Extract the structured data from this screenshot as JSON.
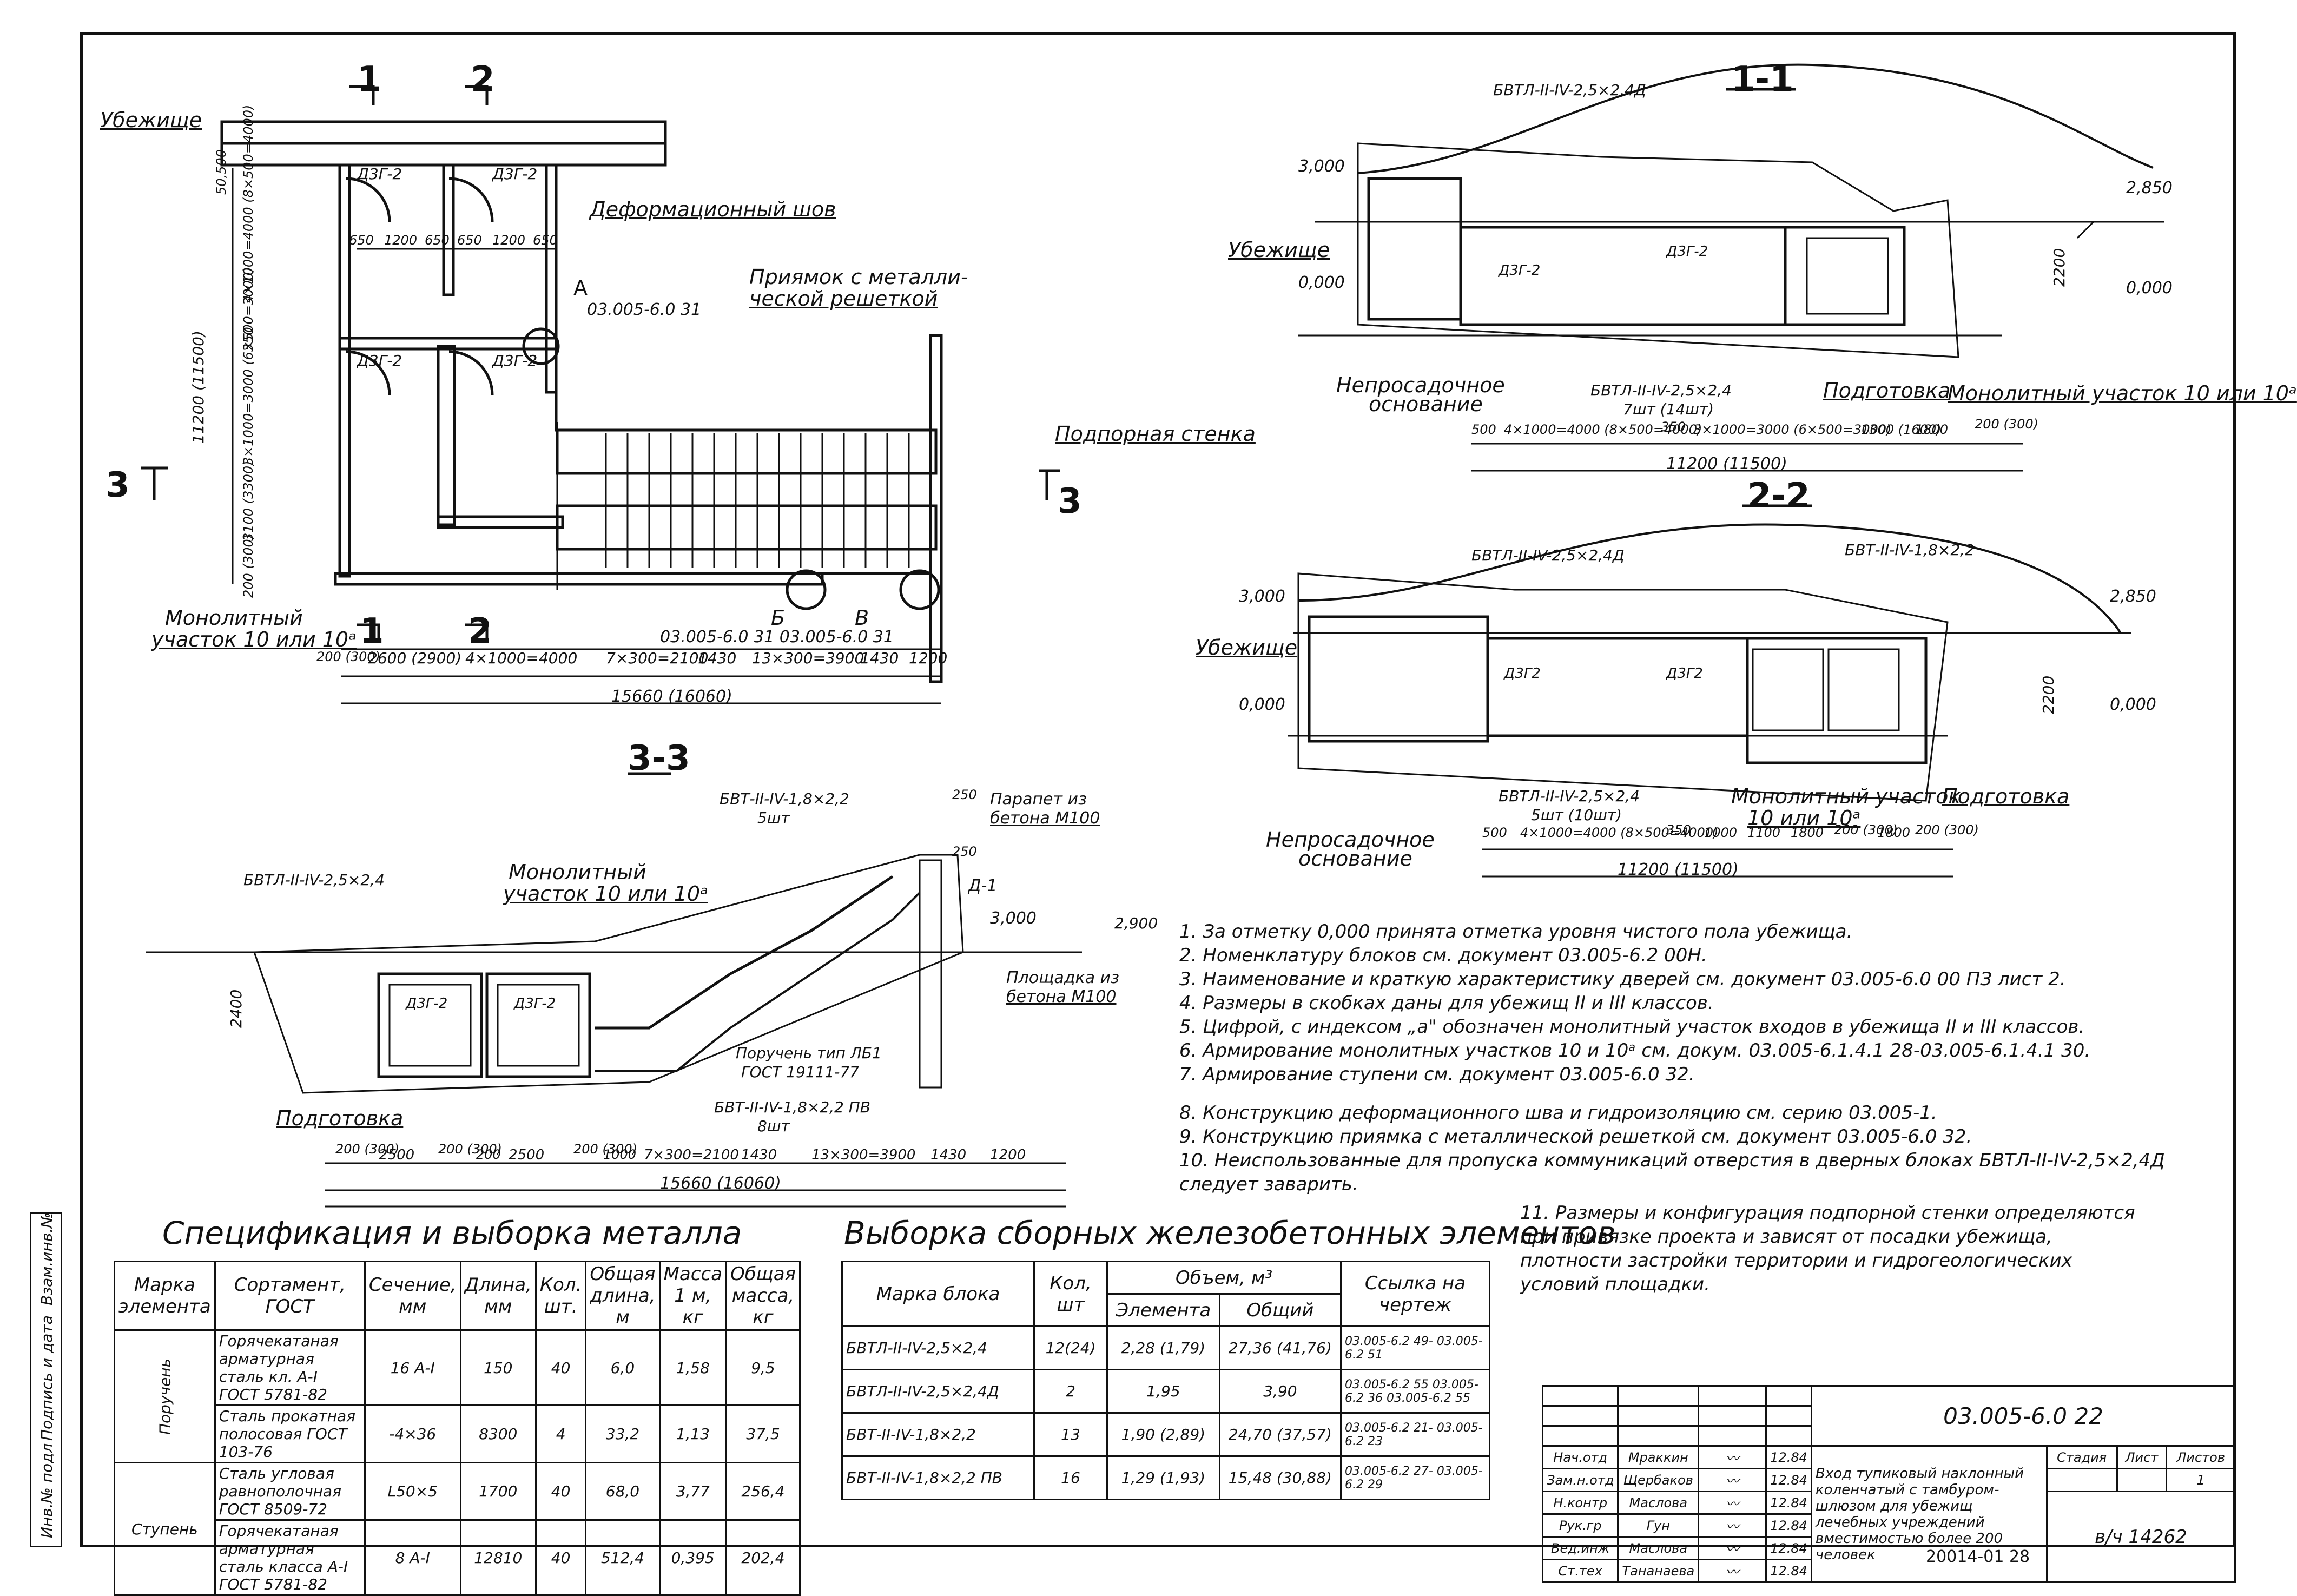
{
  "plan": {
    "label_ubezhische": "Убежище",
    "label_deform_shov": "Деформационный шов",
    "label_priyamok": [
      "Приямок с металли-",
      "ческой решеткой"
    ],
    "label_podpornaya": "Подпорная стенка",
    "label_monolit": [
      "Монолитный",
      "участок 10 или 10ᵃ"
    ],
    "door_d3g2": "Д3Г-2",
    "callout_a": "А",
    "callout_a_ref": "03.005-6.0 31",
    "callout_b": "Б",
    "callout_v": "В",
    "callout_bv_ref": "03.005-6.0  31   03.005-6.0  31",
    "section_marks": [
      "1",
      "2",
      "3"
    ],
    "dim_total": "15660 (16060)",
    "dim_bottom": [
      "200 (300)",
      "2600 (2900)",
      "4×1000=4000",
      "7×300=2100",
      "1430",
      "13×300=3900",
      "1430",
      "1200"
    ],
    "dim_left": "11200 (11500)",
    "dim_left_parts": [
      "50,500",
      "4×1000=4000 (8×500=4000)",
      "350",
      "3×1000=3000 (6×500=3000)",
      "3100 (3300)",
      "200 (300)"
    ],
    "dim_top_row": [
      "650",
      "1200",
      "650",
      "650",
      "1200",
      "650"
    ]
  },
  "section_1_1": {
    "title": "1-1",
    "block_top": "БВТЛ-II-IV-2,5×2,4Д",
    "block_bottom": "БВТЛ-II-IV-2,5×2,4",
    "block_bottom_count": "7шт (14шт)",
    "levels": [
      "3,000",
      "0,000",
      "2,850",
      "0,000"
    ],
    "ubezhische": "Убежище",
    "door": "Д3Г-2",
    "neprosad": [
      "Непросадочное",
      "основание"
    ],
    "podgotovka": "Подготовка",
    "monolit": "Монолитный участок 10 или 10ᵃ",
    "h2200": "2200",
    "dims": [
      "500",
      "4×1000=4000 (8×500=4000)",
      "350",
      "3×1000=3000 (6×500=3000)",
      "1300 (1600)",
      "1800",
      "200 (300)"
    ],
    "total": "11200 (11500)"
  },
  "section_2_2": {
    "title": "2-2",
    "block_top": "БВТЛ-II-IV-2,5×2,4Д",
    "block_right": "БВТ-II-IV-1,8×2,2",
    "block_bottom": "БВТЛ-II-IV-2,5×2,4",
    "block_bottom_count": "5шт (10шт)",
    "levels": [
      "3,000",
      "0,000",
      "2,850",
      "0,000"
    ],
    "ubezhische": "Убежище",
    "door": "Д3Г2",
    "neprosad": [
      "Непросадочное",
      "основание"
    ],
    "podgotovka": "Подготовка",
    "monolit": [
      "Монолитный участок",
      "10 или 10ᵃ"
    ],
    "h2200": "2200",
    "dims": [
      "500",
      "4×1000=4000 (8×500=4000)",
      "350",
      "1000",
      "1100",
      "1800",
      "200 (300)",
      "1800",
      "200 (300)"
    ],
    "total": "11200 (11500)"
  },
  "section_3_3": {
    "title": "3-3",
    "block_left": "БВТЛ-II-IV-2,5×2,4",
    "block_top": "БВТ-II-IV-1,8×2,2",
    "block_top_count": "5шт",
    "parapet": [
      "Парапет из",
      "бетона М100"
    ],
    "monolit": [
      "Монолитный",
      "участок 10 или 10ᵃ"
    ],
    "d1": "Д-1",
    "level_3000": "3,000",
    "level_2900": "2,900",
    "ploshchadka": [
      "Площадка из",
      "бетона М100"
    ],
    "poruchen": [
      "Поручень тип ЛБ1",
      "ГОСТ 19111-77"
    ],
    "block_bottom": "БВТ-II-IV-1,8×2,2 ПВ",
    "block_bottom_count": "8шт",
    "podgotovka": "Подготовка",
    "h2400": "2400",
    "door": "Д3Г-2",
    "dims": [
      "200 (300)",
      "2500",
      "200 (300)",
      "200",
      "2500",
      "200 (300)",
      "1000",
      "7×300=2100",
      "1430",
      "13×300=3900",
      "1430",
      "1200"
    ],
    "total": "15660 (16060)",
    "d250": "250",
    "d250b": "250"
  },
  "notes": [
    "1. За отметку 0,000 принята отметка уровня чистого пола убежища.",
    "2. Номенклатуру блоков см. документ 03.005-6.2 00Н.",
    "3. Наименование и краткую характеристику дверей см. документ 03.005-6.0 00 ПЗ лист 2.",
    "4. Размеры в скобках даны для убежищ II и III классов.",
    "5. Цифрой, с индексом „а\" обозначен монолитный участок входов в убежища II и III классов.",
    "6. Армирование монолитных участков 10 и 10ᵃ см. докум. 03.005-6.1.4.1 28-03.005-6.1.4.1 30.",
    "7. Армирование ступени см. документ 03.005-6.0 32.",
    "8. Конструкцию деформационного шва и гидроизоляцию см. серию 03.005-1.",
    "9. Конструкцию приямка с металлической решеткой см. документ 03.005-6.0 32.",
    "10. Неиспользованные для пропуска коммуникаций отверстия в дверных блоках БВТЛ-II-IV-2,5×2,4Д",
    "     следует заварить.",
    "11. Размеры и конфигурация подпорной стенки определяются",
    "     при привязке проекта и зависят от посадки убежища,",
    "     плотности застройки территории и гидрогеологических",
    "     условий площадки."
  ],
  "spec": {
    "title": "Спецификация и выборка металла",
    "headers": [
      "Марка элемента",
      "Сортамент, ГОСТ",
      "Сечение, мм",
      "Длина, мм",
      "Кол. шт.",
      "Общая длина, м",
      "Масса 1 м, кг",
      "Общая масса, кг"
    ],
    "groups": [
      "Поручень",
      "Ступень"
    ],
    "rows": [
      [
        "Горячекатаная арматурная сталь кл. А-I ГОСТ 5781-82",
        "16 A-I",
        "150",
        "40",
        "6,0",
        "1,58",
        "9,5"
      ],
      [
        "Сталь прокатная полосовая ГОСТ 103-76",
        "-4×36",
        "8300",
        "4",
        "33,2",
        "1,13",
        "37,5"
      ],
      [
        "Сталь угловая равнополочная ГОСТ 8509-72",
        "L50×5",
        "1700",
        "40",
        "68,0",
        "3,77",
        "256,4"
      ],
      [
        "Горячекатаная арматурная сталь класса A-I ГОСТ 5781-82",
        "8 A-I",
        "12810",
        "40",
        "512,4",
        "0,395",
        "202,4"
      ]
    ]
  },
  "vyborka": {
    "title": "Выборка сборных железобетонных элементов",
    "headers": [
      "Марка блока",
      "Кол, шт",
      "Объем, м³",
      "Ссылка на чертеж"
    ],
    "subheaders": [
      "Элемента",
      "Общий"
    ],
    "rows": [
      [
        "БВТЛ-II-IV-2,5×2,4",
        "12(24)",
        "2,28 (1,79)",
        "27,36 (41,76)",
        "03.005-6.2 49- 03.005-6.2 51"
      ],
      [
        "БВТЛ-II-IV-2,5×2,4Д",
        "2",
        "1,95",
        "3,90",
        "03.005-6.2 55 03.005-6.2 36 03.005-6.2 55"
      ],
      [
        "БВТ-II-IV-1,8×2,2",
        "13",
        "1,90 (2,89)",
        "24,70 (37,57)",
        "03.005-6.2 21- 03.005-6.2 23"
      ],
      [
        "БВТ-II-IV-1,8×2,2 ПВ",
        "16",
        "1,29 (1,93)",
        "15,48 (30,88)",
        "03.005-6.2 27- 03.005-6.2 29"
      ]
    ]
  },
  "stamp": {
    "code": "03.005-6.0 22",
    "roles": [
      "Нач.отд",
      "Зам.н.отд",
      "Н.контр",
      "Рук.гр",
      "Вед.инж",
      "Ст.тех"
    ],
    "names": [
      "Мраккин",
      "Щербаков",
      "Маслова",
      "Гун",
      "Маслова",
      "Тананаева"
    ],
    "dates": [
      "12.84",
      "12.84",
      "12.84",
      "12.84",
      "12.84",
      "12.84"
    ],
    "description": [
      "Вход тупиковый наклонный",
      "коленчатый с тамбуром-",
      "шлюзом для убежищ",
      "лечебных учреждений",
      "вместимостью более 200 человек"
    ],
    "stage_headers": [
      "Стадия",
      "Лист",
      "Листов"
    ],
    "stage_values": [
      "",
      "",
      "1"
    ],
    "org": "в/ч 14262",
    "footer": "20014-01   28"
  },
  "side_stamp": [
    "Инв.№ подл",
    "Подпись и дата",
    "Взам.инв.№"
  ]
}
